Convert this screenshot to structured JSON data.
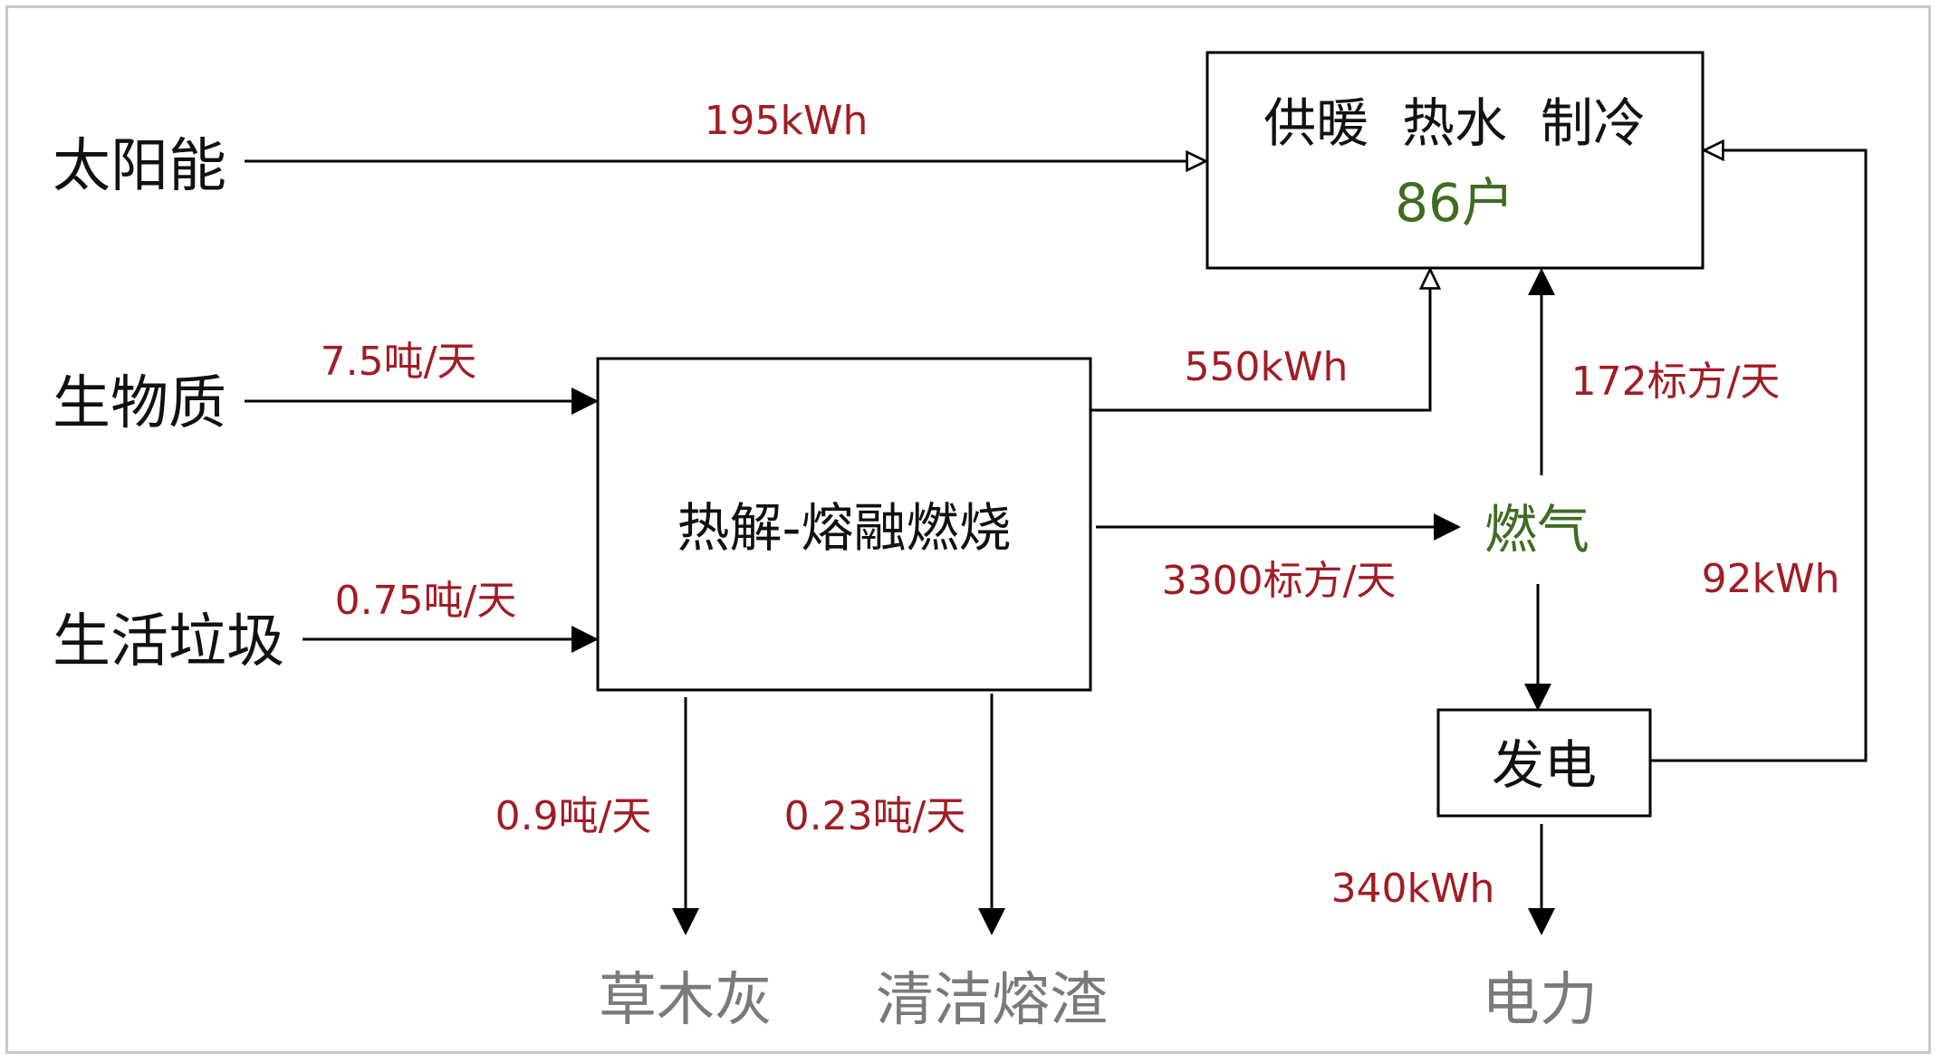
{
  "colors": {
    "quantity": "#a01d24",
    "highlight": "#3f6b23",
    "input_text": "#111111",
    "output_text": "#7a7a7a",
    "line": "#000000"
  },
  "inputs": {
    "solar": "太阳能",
    "biomass": "生物质",
    "garbage": "生活垃圾"
  },
  "boxes": {
    "heating": {
      "title": "供暖  热水  制冷",
      "households": "86户"
    },
    "pyrolysis": "热解-熔融燃烧",
    "power_gen": "发电"
  },
  "hub": {
    "gas": "燃气"
  },
  "outputs": {
    "ash": "草木灰",
    "slag": "清洁熔渣",
    "electricity": "电力"
  },
  "flows": {
    "solar_to_heating": "195kWh",
    "biomass_in": "7.5吨/天",
    "garbage_in": "0.75吨/天",
    "pyrolysis_to_heating": "550kWh",
    "pyrolysis_to_gas": "3300标方/天",
    "gas_to_heating": "172标方/天",
    "power_to_heating": "92kWh",
    "ash_out": "0.9吨/天",
    "slag_out": "0.23吨/天",
    "electricity_out": "340kWh"
  }
}
